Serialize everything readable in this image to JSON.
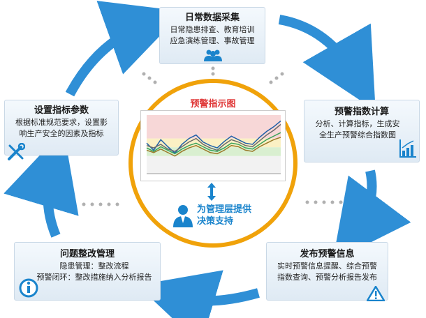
{
  "top": {
    "title": "日常数据采集",
    "lines": [
      "日常隐患排查、教育培训",
      "应急演练管理、事故管理"
    ]
  },
  "right": {
    "title": "预警指数计算",
    "lines": [
      "分析、计算指标，生成安",
      "全生产预警综合指数图"
    ]
  },
  "left": {
    "title": "设置指标参数",
    "lines": [
      "根据标准规范要求，设置影",
      "响生产安全的因素及指标"
    ]
  },
  "bottom_left": {
    "title": "问题整改管理",
    "lines": [
      "隐患管理：整改流程",
      "预警闭环：整改措施纳入分析报告"
    ]
  },
  "bottom_right": {
    "title": "发布预警信息",
    "lines": [
      "实时预警信息提醒、综合预警",
      "指数查询、预警分析报告发布"
    ]
  },
  "center": {
    "chart_title": "预警指示图",
    "support_lines": [
      "为管理层提供",
      "决策支持"
    ]
  },
  "colors": {
    "arrow": "#2f8fd6",
    "ring": "#f0a20a",
    "box_bg": "#eaf2f9",
    "title_red": "#e03a3a",
    "support_blue": "#1a84cc"
  },
  "icons": {
    "top": "users-icon",
    "right": "bar-chart-icon",
    "left": "tools-icon",
    "bottom_left": "info-icon",
    "bottom_right": "warning-icon",
    "center": "manager-icon"
  },
  "chart_data": {
    "type": "line",
    "x": [
      1,
      2,
      3,
      4,
      5,
      6,
      7,
      8,
      9,
      10,
      11,
      12,
      13,
      14,
      15,
      16,
      17,
      18,
      19,
      20
    ],
    "series": [
      {
        "values": [
          52,
          40,
          58,
          46,
          35,
          50,
          60,
          66,
          54,
          48,
          44,
          55,
          64,
          58,
          52,
          50,
          62,
          72,
          80,
          90
        ]
      },
      {
        "values": [
          48,
          44,
          50,
          42,
          38,
          46,
          54,
          60,
          50,
          44,
          40,
          50,
          58,
          54,
          48,
          46,
          56,
          66,
          74,
          84
        ]
      },
      {
        "values": [
          44,
          38,
          46,
          40,
          34,
          42,
          48,
          52,
          46,
          40,
          38,
          44,
          52,
          50,
          44,
          42,
          50,
          58,
          64,
          70
        ]
      },
      {
        "values": [
          40,
          36,
          42,
          36,
          30,
          38,
          44,
          48,
          42,
          36,
          34,
          40,
          48,
          46,
          40,
          38,
          46,
          52,
          58,
          62
        ]
      }
    ],
    "bands": [
      {
        "from": 60,
        "to": 100,
        "color": "#f7d7d7"
      },
      {
        "from": 45,
        "to": 60,
        "color": "#fbf0c4"
      },
      {
        "from": 30,
        "to": 45,
        "color": "#d9efd0"
      },
      {
        "from": 0,
        "to": 30,
        "color": "#f2f2f2"
      }
    ],
    "ylim": [
      0,
      100
    ]
  }
}
